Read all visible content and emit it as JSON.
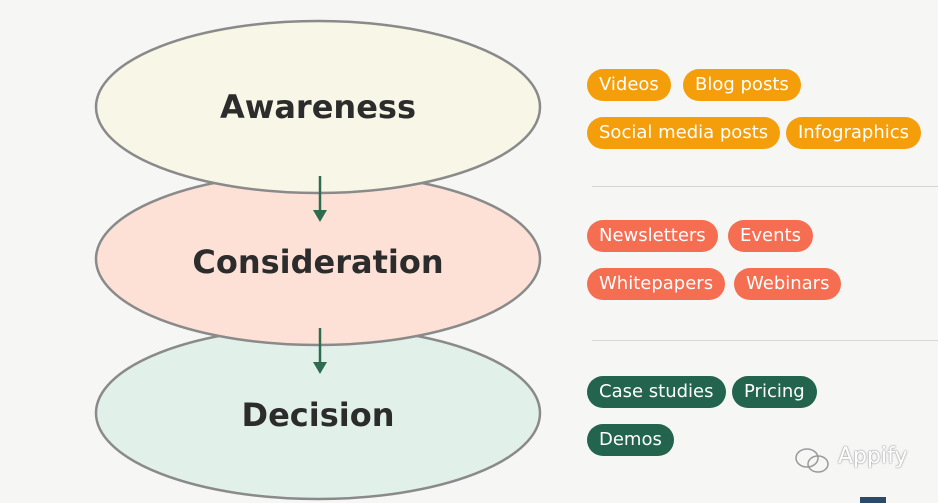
{
  "stages": [
    {
      "label": "Awareness",
      "fill": "#f8f6e6"
    },
    {
      "label": "Consideration",
      "fill": "#fde1d6"
    },
    {
      "label": "Decision",
      "fill": "#e1f1ea"
    }
  ],
  "tag_groups": [
    {
      "color": "#f59e0b",
      "tags": [
        "Videos",
        "Blog posts",
        "Social media posts",
        "Infographics"
      ]
    },
    {
      "color": "#f56e52",
      "tags": [
        "Newsletters",
        "Events",
        "Whitepapers",
        "Webinars"
      ]
    },
    {
      "color": "#23644e",
      "tags": [
        "Case studies",
        "Pricing",
        "Demos"
      ]
    }
  ],
  "watermark": {
    "text": "Appify"
  },
  "colors": {
    "arrow": "#2e6b4f",
    "ellipse_stroke": "#8a8a8a"
  }
}
